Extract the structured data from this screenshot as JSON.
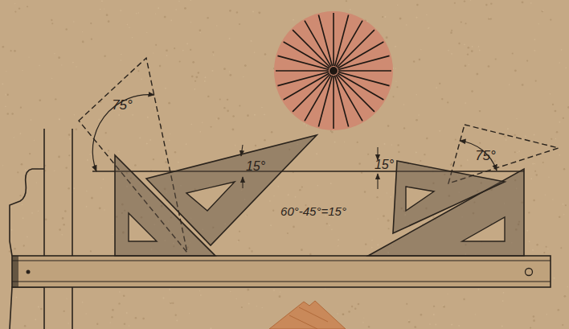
{
  "diagram": {
    "labels": [
      "75°",
      "15°",
      "60°-45°=15°",
      "15°",
      "75°"
    ]
  }
}
